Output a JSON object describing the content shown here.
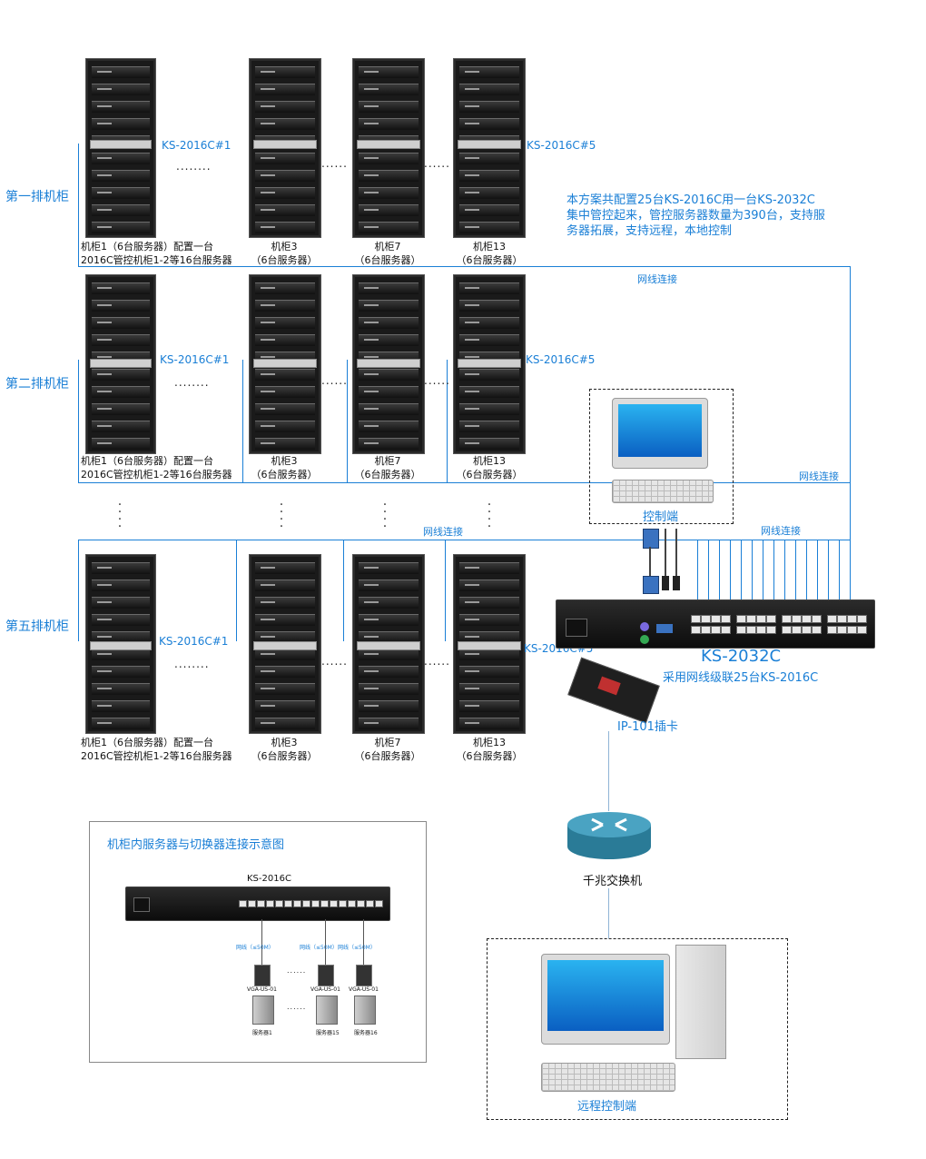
{
  "rows": [
    {
      "label": "第一排机柜",
      "ks_first": "KS-2016C#1",
      "ks_last": "KS-2016C#5"
    },
    {
      "label": "第二排机柜",
      "ks_first": "KS-2016C#1",
      "ks_last": "KS-2016C#5"
    },
    {
      "label": "第五排机柜",
      "ks_first": "KS-2016C#1",
      "ks_last": "KS-2016C#5"
    }
  ],
  "cabinet_captions": {
    "c1_line1": "机柜1（6台服务器）配置一台",
    "c1_line2": "2016C管控机柜1-2等16台服务器",
    "c3_line1": "机柜3",
    "c7_line1": "机柜7",
    "c13_line1": "机柜13",
    "sub": "（6台服务器）"
  },
  "dots_h": "........",
  "dots_short": "......",
  "description": "本方案共配置25台KS-2016C用一台KS-2032C集中管控起来，管控服务器数量为390台，支持服务器拓展，支持远程，本地控制",
  "description_lines": [
    "本方案共配置25台KS-2016C用一台KS-2032C",
    "集中管控起来，管控服务器数量为390台，支持服",
    "务器拓展，支持远程，本地控制"
  ],
  "net_label": "网线连接",
  "console_label": "控制端",
  "main_device": "KS-2032C",
  "main_device_sub": "采用网线级联25台KS-2016C",
  "ipcard_label": "IP-101插卡",
  "switch_label": "千兆交换机",
  "remote_label": "远程控制端",
  "inset": {
    "title": "机柜内服务器与切换器连接示意图",
    "device": "KS-2016C",
    "cable": "网线（≤50M）",
    "module": "VGA-US-01",
    "servers": [
      "服务器1",
      "服务器15",
      "服务器16"
    ]
  },
  "colors": {
    "accent": "#1a7fd6",
    "rack": "#1a1a1a",
    "screen": "#0a5fc2"
  }
}
